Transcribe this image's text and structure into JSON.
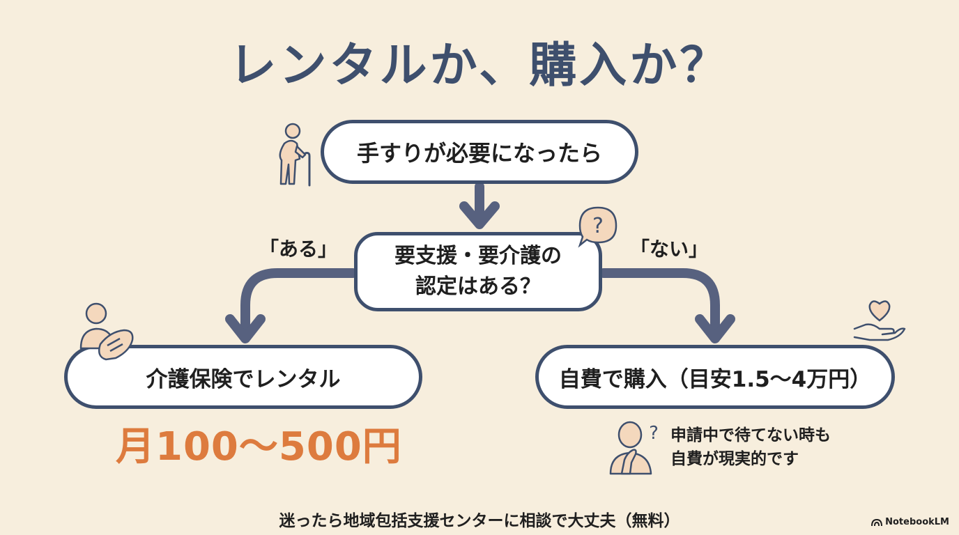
{
  "title": "レンタルか、購入か？",
  "start": {
    "label": "手すりが必要になったら"
  },
  "question": {
    "line1": "要支援・要介護の",
    "line2": "認定はある？"
  },
  "branches": {
    "yes": "「ある」",
    "no": "「ない」"
  },
  "outcome_left": {
    "label": "介護保険でレンタル",
    "price": "月100〜500円"
  },
  "outcome_right": {
    "label": "自費で購入（目安1.5〜4万円）",
    "note_line1": "申請中で待てない時も",
    "note_line2": "自費が現実的です"
  },
  "footer": "迷ったら地域包括支援センターに相談で大丈夫（無料）",
  "brand": "NotebookLM",
  "colors": {
    "box_border": "#3e4f6d",
    "arrow": "#57617f",
    "price": "#dd7b3e",
    "background": "#f7eedd",
    "icon_fill": "#f4d8bd"
  },
  "icons": [
    "elderly-with-cane-icon",
    "question-bubble-icon",
    "caregiver-hands-icon",
    "heart-in-hand-icon",
    "thinking-person-icon"
  ]
}
